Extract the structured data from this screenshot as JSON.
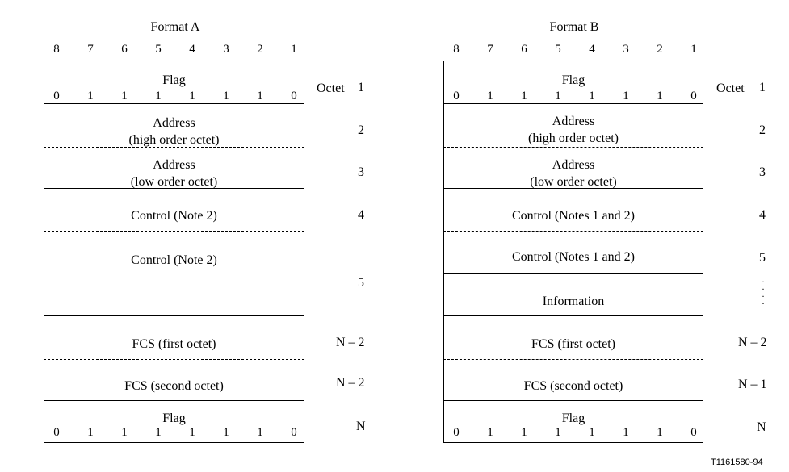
{
  "format_a": {
    "title": "Format A",
    "bit_numbers": [
      "8",
      "7",
      "6",
      "5",
      "4",
      "3",
      "2",
      "1"
    ],
    "flag_label": "Flag",
    "flag_bits": [
      "0",
      "1",
      "1",
      "1",
      "1",
      "1",
      "1",
      "0"
    ],
    "address_high": {
      "line1": "Address",
      "line2": "(high order octet)"
    },
    "address_low": {
      "line1": "Address",
      "line2": "(low order octet)"
    },
    "control_1": "Control (Note 2)",
    "control_2": "Control (Note 2)",
    "fcs_first": "FCS (first octet)",
    "fcs_second": "FCS (second octet)",
    "flag2_label": "Flag",
    "flag2_bits": [
      "0",
      "1",
      "1",
      "1",
      "1",
      "1",
      "1",
      "0"
    ],
    "octets": {
      "octet_word": "Octet",
      "o1": "1",
      "o2": "2",
      "o3": "3",
      "o4": "4",
      "o5": "5",
      "on2a": "N – 2",
      "on2b": "N – 2",
      "on": "N"
    }
  },
  "format_b": {
    "title": "Format B",
    "bit_numbers": [
      "8",
      "7",
      "6",
      "5",
      "4",
      "3",
      "2",
      "1"
    ],
    "flag_label": "Flag",
    "flag_bits": [
      "0",
      "1",
      "1",
      "1",
      "1",
      "1",
      "1",
      "0"
    ],
    "address_high": {
      "line1": "Address",
      "line2": "(high order octet)"
    },
    "address_low": {
      "line1": "Address",
      "line2": "(low order octet)"
    },
    "control_1": "Control (Notes 1 and 2)",
    "control_2": "Control (Notes 1 and 2)",
    "information": "Information",
    "fcs_first": "FCS (first octet)",
    "fcs_second": "FCS (second octet)",
    "flag2_label": "Flag",
    "flag2_bits": [
      "0",
      "1",
      "1",
      "1",
      "1",
      "1",
      "1",
      "0"
    ],
    "octets": {
      "octet_word": "Octet",
      "o1": "1",
      "o2": "2",
      "o3": "3",
      "o4": "4",
      "o5": "5",
      "on2": "N – 2",
      "on1": "N – 1",
      "on": "N"
    }
  },
  "footer_id": "T1161580-94"
}
